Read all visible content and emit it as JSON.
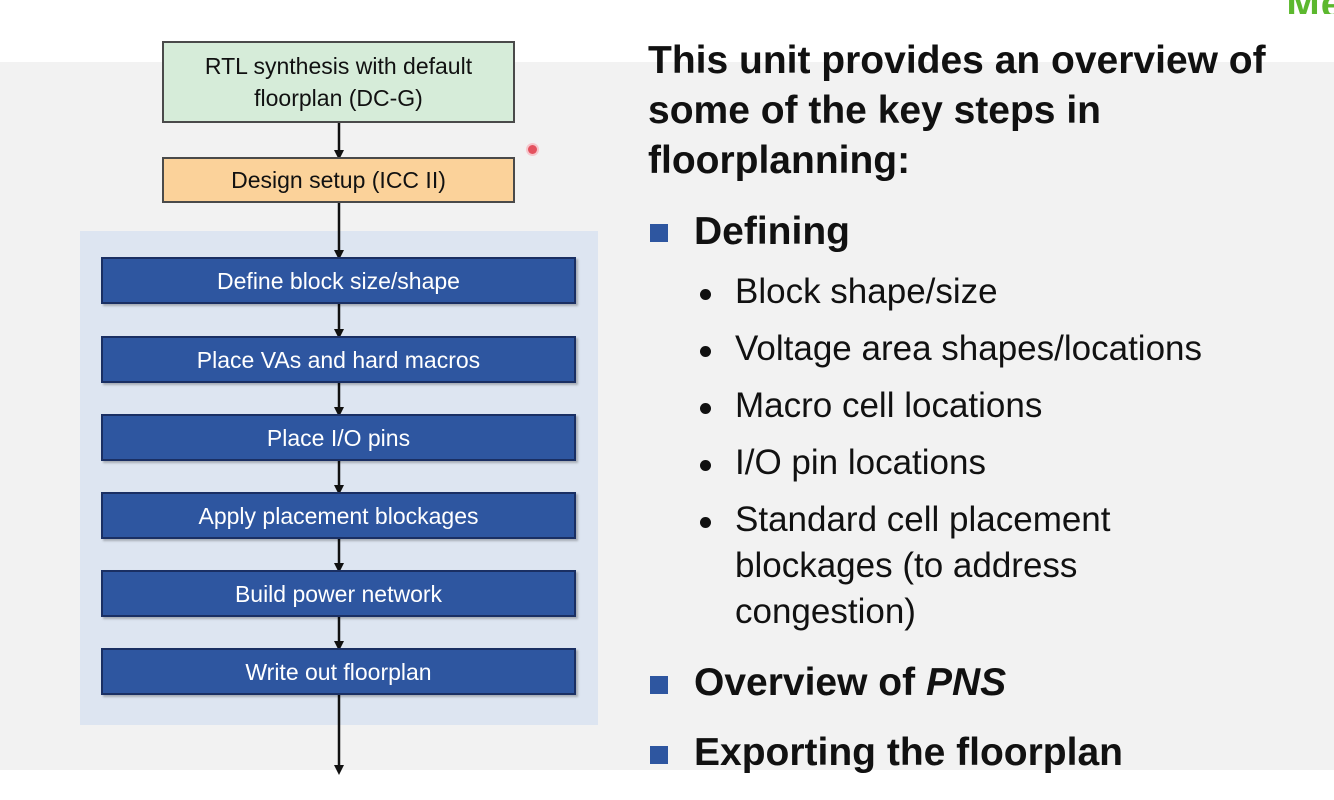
{
  "flow": {
    "start_box": "RTL synthesis with default floorplan (DC-G)",
    "setup_box": "Design setup (ICC II)",
    "steps": [
      "Define block size/shape",
      "Place VAs and hard macros",
      "Place I/O pins",
      "Apply placement blockages",
      "Build power network",
      "Write out floorplan"
    ]
  },
  "overview": {
    "heading": "This unit provides an overview of some of the key steps in floorplanning:",
    "defining": {
      "label": "Defining",
      "items": [
        "Block shape/size",
        "Voltage area shapes/locations",
        "Macro cell locations",
        "I/O pin locations"
      ],
      "last_item_lines": [
        "Standard cell placement",
        "blockages (to address",
        "congestion)"
      ]
    },
    "pns": {
      "prefix": "Overview of ",
      "term": "PNS"
    },
    "exporting": "Exporting the floorplan"
  },
  "colors": {
    "step_fill": "#2e56a0",
    "start_fill": "#d6ecd9",
    "setup_fill": "#fbd29a",
    "loop_background": "#dde5f1",
    "bullet": "#2e56a0",
    "logo_green": "#5cb82e"
  },
  "logo": {
    "fragment": "Me"
  }
}
